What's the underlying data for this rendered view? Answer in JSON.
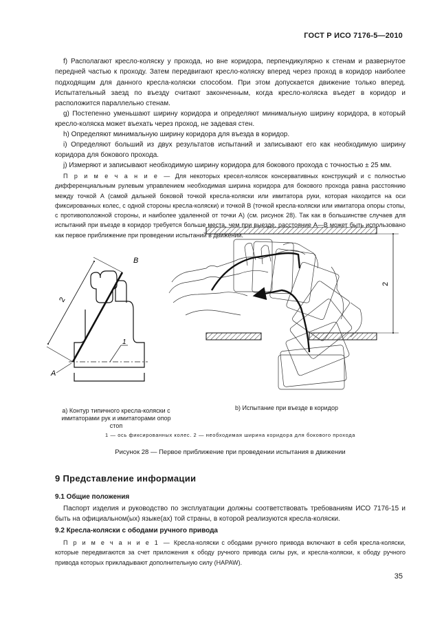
{
  "header": "ГОСТ Р ИСО 7176-5—2010",
  "paragraphs": {
    "f": "f) Располагают кресло-коляску у прохода, но вне коридора, перпендикулярно к стенам и развернутое передней частью к проходу. Затем передвигают кресло-коляску вперед через проход в коридор наиболее подходящим для данного кресла-коляски способом. При этом допускается движение только вперед. Испытательный заезд по въезду считают законченным, когда кресло-коляска въедет в коридор и расположится параллельно стенам.",
    "g": "g) Постепенно уменьшают ширину коридора и определяют минимальную ширину коридора, в который кресло-коляска может въехать через проход, не задевая стен.",
    "h": "h) Определяют минимальную ширину коридора для въезда в коридор.",
    "i": "i) Определяют больший из двух результатов испытаний и записывают его как необходимую ширину коридора для бокового прохода.",
    "j": "j) Измеряют и записывают необходимую ширину коридора для бокового прохода с точностью ± 25 мм."
  },
  "note": {
    "label": "П р и м е ч а н и е —",
    "text": "Для некоторых кресел-колясок консервативных конструкций и с полностью дифференциальным рулевым управлением необходимая ширина коридора для бокового прохода равна расстоянию между точкой A (самой дальней боковой точкой кресла-коляски или имитатора руки, которая находится на оси фиксированных колес, с одной стороны кресла-коляски) и точкой B (точкой кресла-коляски или имитатора опоры стопы, с противоположной стороны, и наиболее удаленной от точки A) (см. рисунок 28). Так как в большинстве случаев для испытаний при въезде в коридор требуется больше места, чем при выезде, расстояние A—B может быть использовано как первое приближение при проведении испытаний в движении."
  },
  "figure": {
    "labels": {
      "A": "A",
      "B": "B",
      "one": "1",
      "two_a": "2",
      "two_b": "2"
    },
    "caption_a": "а) Контур типичного кресла-коляски с имитаторами рук и имитаторами опор стоп",
    "caption_b": "b) Испытание при въезде в коридор",
    "legend": "1 — ось фиксированных колес. 2 — необходимая ширина коридора для бокового прохода",
    "title": "Рисунок 28 — Первое приближение при проведении испытания в движении"
  },
  "section9": {
    "title": "9 Представление информации",
    "sub1": "9.1 Общие положения",
    "p1": "Паспорт изделия и руководство по эксплуатации должны соответствовать требованиям ИСО 7176-15 и быть на официальном(ых) языке(ах) той страны, в которой реализуются кресла-коляски.",
    "sub2": "9.2 Кресла-коляски с ободами ручного привода",
    "note_label": "П р и м е ч а н и е 1 —",
    "note_text": "Кресла-коляски с ободами ручного привода включают в себя кресла-коляски, которые передвигаются за счет приложения к ободу ручного привода силы рук, и кресла-коляски, к ободу ручного привода которых прикладывают дополнительную силу (HAPAW)."
  },
  "page_number": "35"
}
